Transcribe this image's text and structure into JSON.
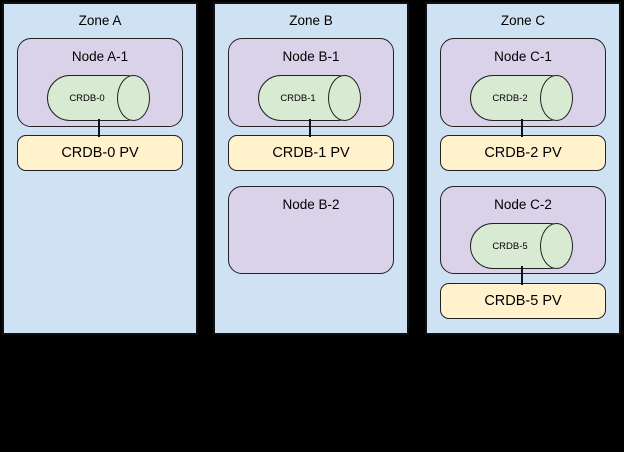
{
  "diagram": {
    "background": "#000000",
    "colors": {
      "zone_fill": "#cfe2f3",
      "node_fill": "#d9d2e9",
      "database_fill": "#d9ead3",
      "pv_fill": "#fff2cc",
      "border": "#111111"
    },
    "zones": [
      {
        "label": "Zone A",
        "nodes": [
          {
            "label": "Node A-1",
            "db": "CRDB-0",
            "pv": "CRDB-0 PV"
          }
        ]
      },
      {
        "label": "Zone B",
        "nodes": [
          {
            "label": "Node B-1",
            "db": "CRDB-1",
            "pv": "CRDB-1 PV"
          },
          {
            "label": "Node B-2"
          }
        ]
      },
      {
        "label": "Zone C",
        "nodes": [
          {
            "label": "Node C-1",
            "db": "CRDB-2",
            "pv": "CRDB-2 PV"
          },
          {
            "label": "Node C-2",
            "db": "CRDB-5",
            "pv": "CRDB-5 PV"
          }
        ]
      }
    ]
  }
}
